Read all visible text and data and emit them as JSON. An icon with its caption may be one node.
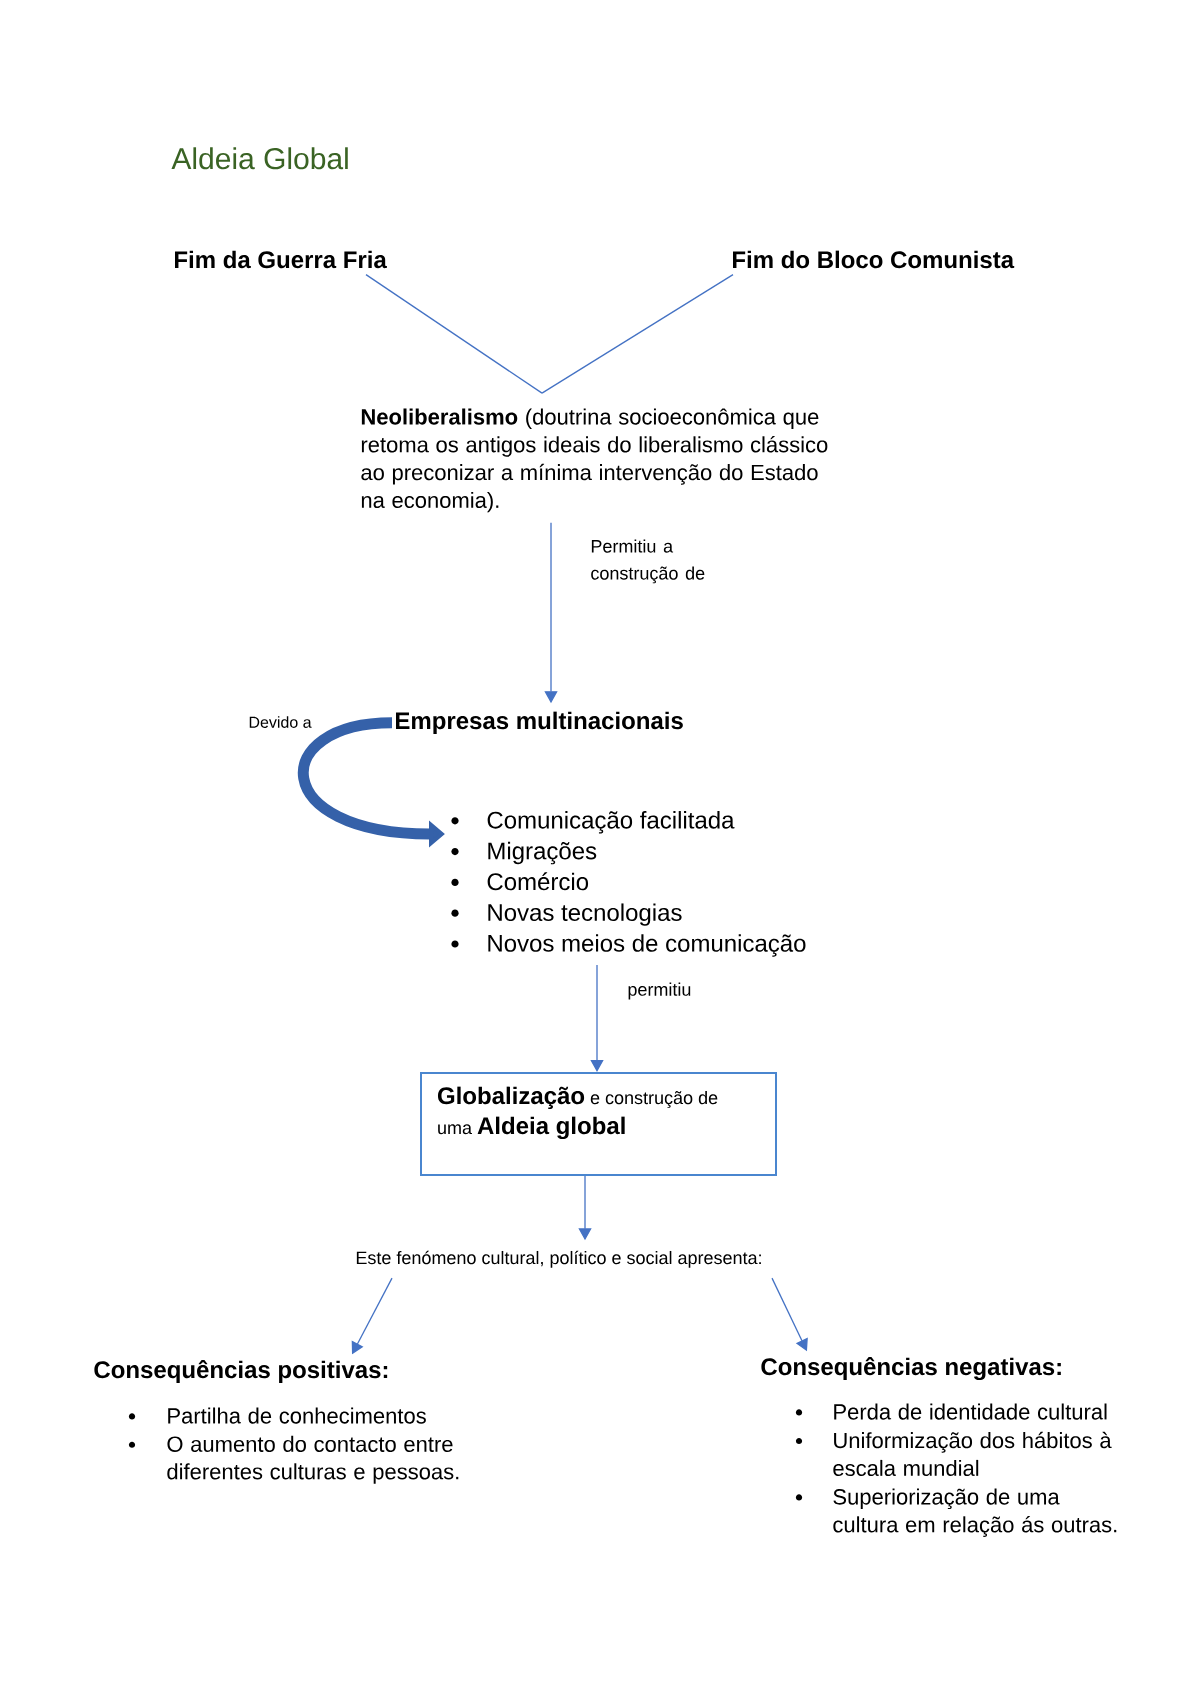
{
  "diagram": {
    "title": "Aldeia Global",
    "nodes": [
      {
        "text": [
          "Fim da Guerra Fria"
        ]
      },
      {
        "text": [
          "Fim do Bloco Comunista"
        ]
      },
      {
        "text": [
          "**Neoliberalismo** (doutrina socioeconômica que retoma os antigos ideais do liberalismo clássico ao preconizar a mínima intervenção do Estado na economia)."
        ]
      },
      {
        "text": [
          "Empresas multinacionais"
        ]
      },
      {
        "text": [
          "Comunicação facilitada",
          "Migrações",
          "Comércio",
          "Novas tecnologias",
          "Novos meios de comunicação"
        ]
      },
      {
        "text": [
          "**Globalização** e construção de uma **Aldeia global**"
        ]
      },
      {
        "text": [
          "Este fenómeno cultural, político e social apresenta:"
        ]
      },
      {
        "text": [
          "Consequências positivas:",
          "Partilha de conhecimentos",
          "O aumento do contacto entre diferentes culturas e pessoas."
        ]
      },
      {
        "text": [
          "Consequências negativas:",
          "Perda de identidade cultural",
          "Uniformização dos hábitos à escala mundial",
          "Superiorização de uma cultura em relação ás outras."
        ]
      }
    ],
    "edges": [
      {
        "from": 0,
        "to": 2,
        "arrow": "none"
      },
      {
        "from": 1,
        "to": 2,
        "arrow": "none"
      },
      {
        "from": 2,
        "to": 3,
        "arrow": "to",
        "label": "Permitiu a construção de"
      },
      {
        "from": 3,
        "to": 4,
        "arrow": "to",
        "label": "Devido a",
        "style": "thick",
        "color": "#3561a9"
      },
      {
        "from": 4,
        "to": 5,
        "arrow": "to",
        "label": "permitiu"
      },
      {
        "from": 5,
        "to": 6,
        "arrow": "to"
      },
      {
        "from": 6,
        "to": 7,
        "arrow": "to"
      },
      {
        "from": 6,
        "to": 8,
        "arrow": "to"
      }
    ]
  }
}
